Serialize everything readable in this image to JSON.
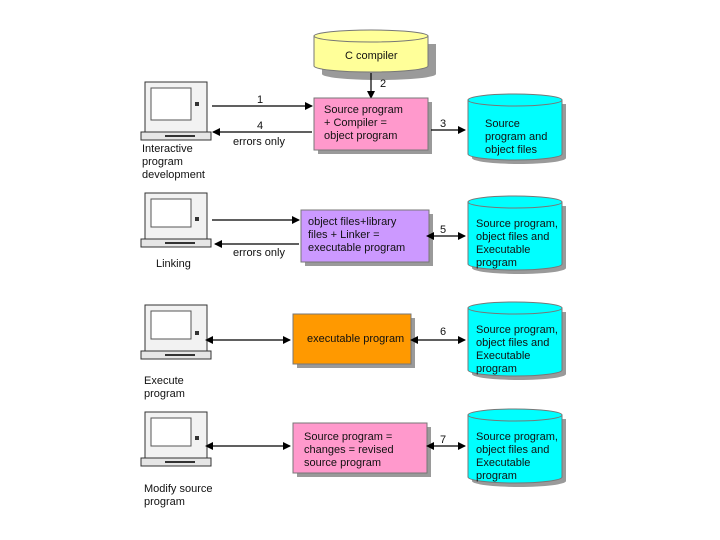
{
  "colors": {
    "compiler_cylinder": "#ffff99",
    "compile_box": "#ff99cc",
    "link_box": "#cc99ff",
    "execute_box": "#ff9900",
    "modify_box": "#ff99cc",
    "storage_cylinder": "#00ffff",
    "shadow": "#9a9a9a"
  },
  "compiler": {
    "label": "C compiler"
  },
  "steps": [
    {
      "computer_label": "Interactive\nprogram\ndevelopment",
      "process_text": "Source program\n+ Compiler =\nobject program",
      "storage_text": "Source\nprogram and\nobject files",
      "arrow_in_number": "1",
      "arrow_out_number": "4",
      "arrow_out_label": "errors only",
      "storage_number": "3"
    },
    {
      "computer_label": "Linking",
      "process_text": "object files+library\nfiles + Linker =\nexecutable program",
      "storage_text": "Source program,\nobject files and\nExecutable\nprogram",
      "arrow_out_label": "errors only",
      "storage_number": "5"
    },
    {
      "computer_label": "Execute\nprogram",
      "process_text": "executable program",
      "storage_text": "Source program,\nobject files and\nExecutable\nprogram",
      "storage_number": "6"
    },
    {
      "computer_label": "Modify source\nprogram",
      "process_text": "Source program =\nchanges = revised\nsource program",
      "storage_text": "Source program,\nobject files and\nExecutable\nprogram",
      "storage_number": "7"
    }
  ],
  "compiler_arrow_number": "2"
}
